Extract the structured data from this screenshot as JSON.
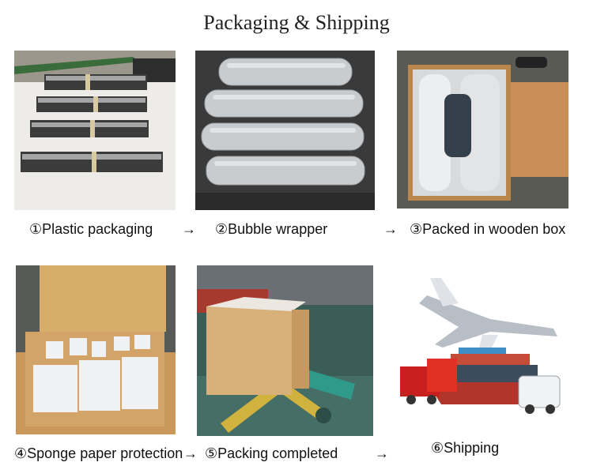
{
  "title": "Packaging & Shipping",
  "steps": [
    {
      "label": "①Plastic packaging"
    },
    {
      "label": "②Bubble wrapper"
    },
    {
      "label": "③Packed in wooden box"
    },
    {
      "label": "④Sponge paper protection"
    },
    {
      "label": "⑤Packing completed"
    },
    {
      "label": "⑥Shipping"
    }
  ],
  "arrow": "→"
}
